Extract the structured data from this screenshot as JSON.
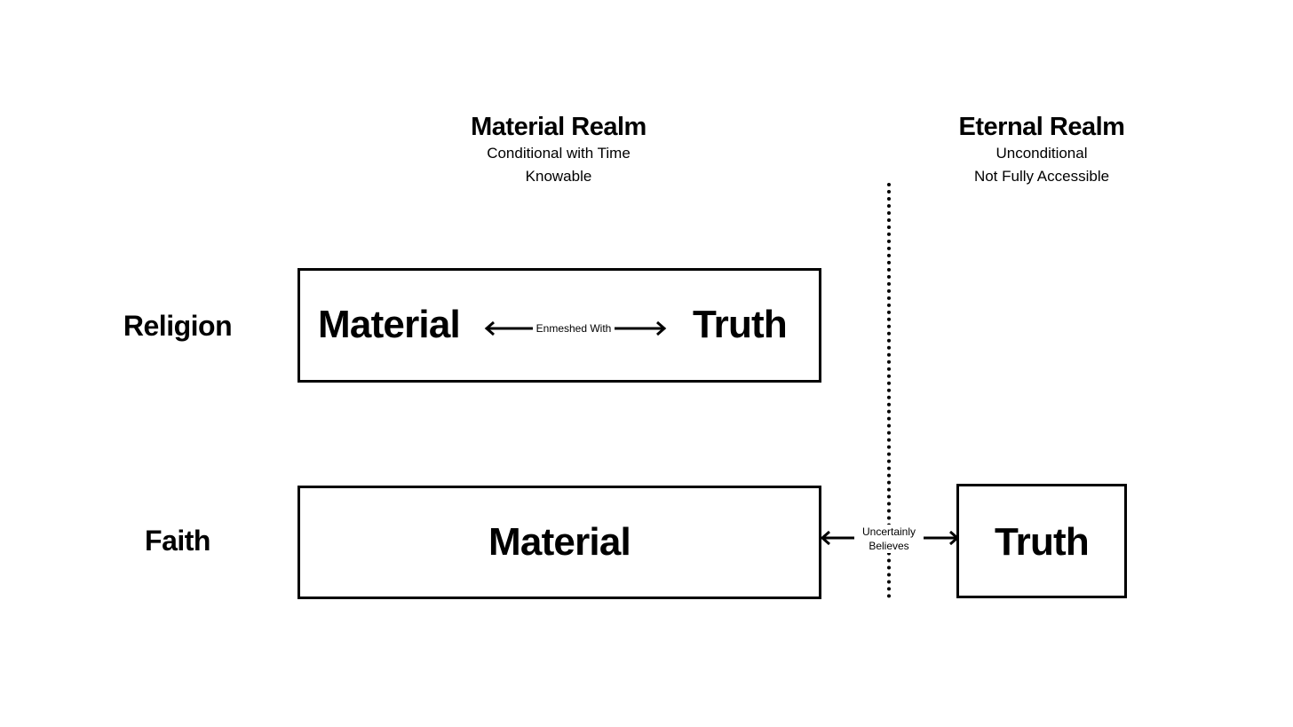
{
  "columns": {
    "material": {
      "title": "Material Realm",
      "line1": "Conditional with Time",
      "line2": "Knowable"
    },
    "eternal": {
      "title": "Eternal Realm",
      "line1": "Unconditional",
      "line2": "Not Fully Accessible"
    }
  },
  "rows": {
    "religion": {
      "label": "Religion",
      "left_word": "Material",
      "relation": "Enmeshed With",
      "right_word": "Truth"
    },
    "faith": {
      "label": "Faith",
      "box_word": "Material",
      "relation_line1": "Uncertainly",
      "relation_line2": "Believes",
      "outer_word": "Truth"
    }
  }
}
